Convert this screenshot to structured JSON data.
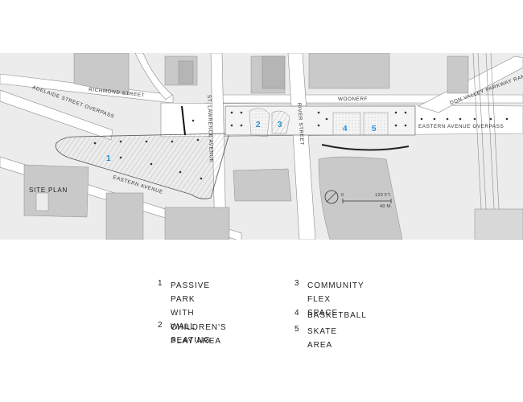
{
  "map": {
    "plan_label": "SITE PLAN",
    "streets": {
      "richmond": "RICHMOND STREET",
      "adelaide": "ADELAIDE STREET OVERPASS",
      "st_lawrence": "ST. LAWRENCE AVENUE",
      "eastern": "EASTERN AVENUE",
      "river": "RIVER STREET",
      "woonerf": "WOONERF",
      "dvp_ramp": "DON VALLEY PARKWAY RAMP",
      "eastern_overpass": "EASTERN AVENUE OVERPASS"
    },
    "zones": [
      {
        "num": "1"
      },
      {
        "num": "2"
      },
      {
        "num": "3"
      },
      {
        "num": "4"
      },
      {
        "num": "5"
      }
    ],
    "scale": {
      "zero": "0",
      "feet": "120 FT.",
      "meters": "40 M."
    },
    "colors": {
      "zone_number": "#1f8fd6",
      "building": "#c9c9c9",
      "road": "#ffffff",
      "background": "#ececec"
    },
    "icons": [
      "north-arrow-icon"
    ]
  },
  "legend": [
    {
      "num": "1",
      "text": "PASSIVE PARK\nWITH WALL\nSEATING"
    },
    {
      "num": "2",
      "text": "CHILDREN'S\nPLAY AREA"
    },
    {
      "num": "3",
      "text": "COMMUNITY\nFLEX SPACE"
    },
    {
      "num": "4",
      "text": "BASKETBALL"
    },
    {
      "num": "5",
      "text": "SKATE AREA"
    }
  ]
}
